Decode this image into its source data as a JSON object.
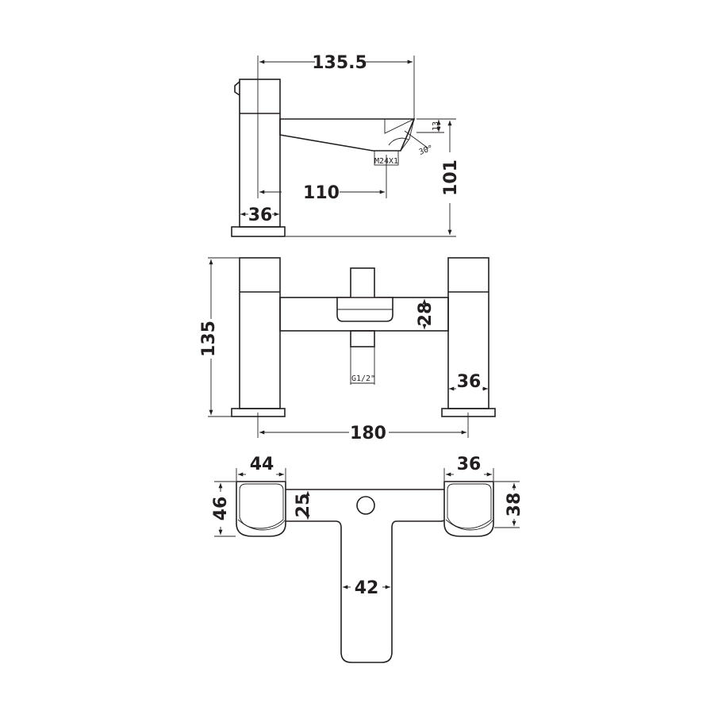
{
  "side_view": {
    "reach_total": "135.5",
    "reach_outlet": "110",
    "body_width": "36",
    "spout_height": "101",
    "outlet_drop": "13",
    "outlet_angle": "30°",
    "outlet_thread": "M24X1"
  },
  "front_view": {
    "height": "135",
    "bridge_height": "28",
    "column_width": "36",
    "centres": "180",
    "connection": "G1/2\""
  },
  "top_view": {
    "left_handle_width": "44",
    "left_handle_depth": "46",
    "bridge_depth": "25",
    "right_handle_width": "36",
    "right_handle_depth": "38",
    "spout_width": "42"
  }
}
